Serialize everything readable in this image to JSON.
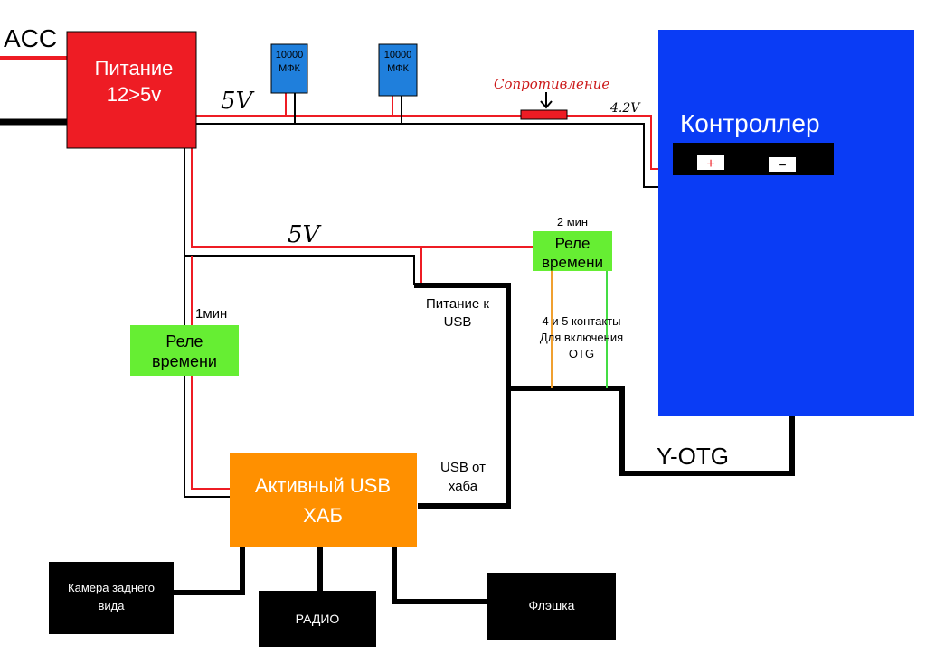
{
  "labels": {
    "acc": "ACC",
    "power_line1": "Питание",
    "power_line2": "12>5v",
    "volt_top": "5V",
    "volt_mid": "5V",
    "cap1_line1": "10000",
    "cap1_line2": "МФК",
    "cap2_line1": "10000",
    "cap2_line2": "МФК",
    "resistor": "Сопротивление",
    "volt_42": "4.2V",
    "controller": "Контроллер",
    "plus": "+",
    "minus": "−",
    "relay_label": "Реле",
    "relay_label2": "времени",
    "relay_top_time": "2 мин",
    "relay_left_time": "1мин",
    "usb_power_line1": "Питание к",
    "usb_power_line2": "USB",
    "otg_note_line1": "4 и 5 контакты",
    "otg_note_line2": "Для включения",
    "otg_note_line3": "OTG",
    "y_otg": "Y-OTG",
    "usb_from_hub_line1": "USB от",
    "usb_from_hub_line2": "хаба",
    "hub_line1": "Активный USB",
    "hub_line2": "ХАБ",
    "camera_line1": "Камера заднего",
    "camera_line2": "вида",
    "radio": "РАДИО",
    "flash": "Флэшка"
  },
  "colors": {
    "power_box": "#ee1c24",
    "controller": "#0a3cf5",
    "relay": "#66ee33",
    "hub": "#ff9000",
    "capacitor": "#1f7fdc",
    "wire_red": "#ee1c24",
    "wire_black": "#000000",
    "wire_orange": "#f0a030",
    "wire_green": "#44dd44",
    "resistor_text": "#cc1a1a"
  }
}
